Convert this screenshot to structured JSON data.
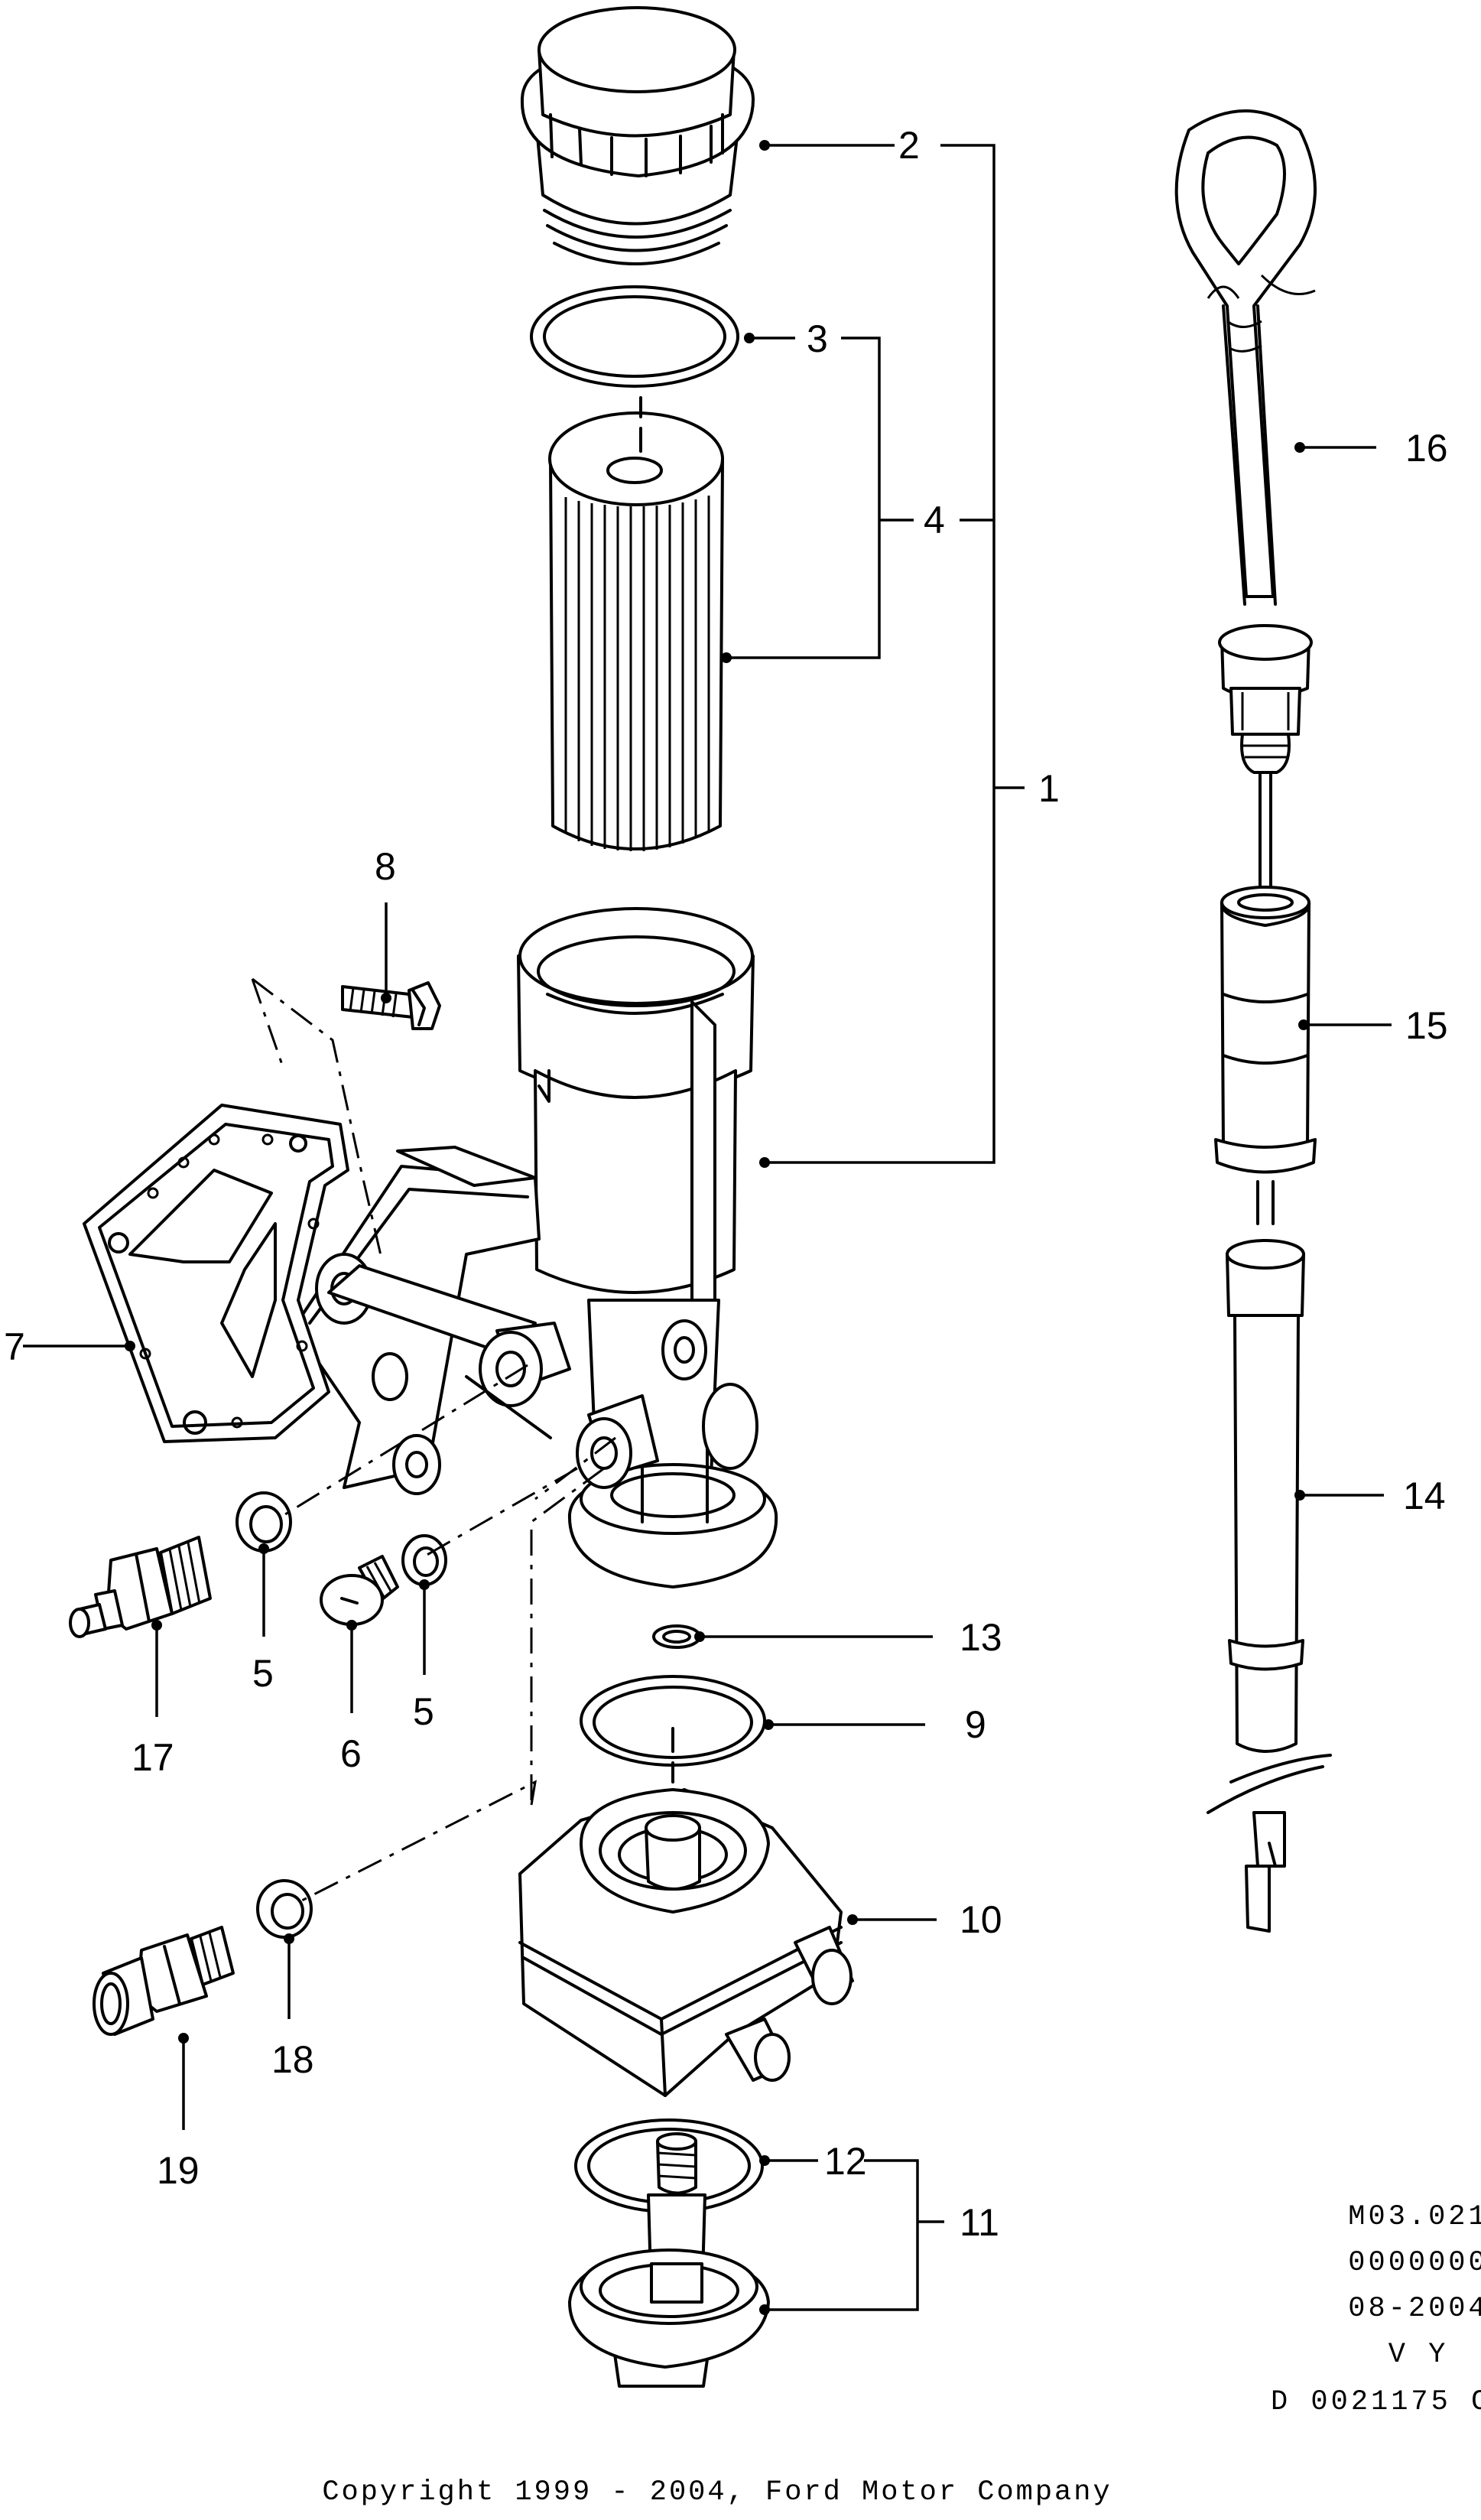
{
  "callouts": [
    "1",
    "2",
    "3",
    "4",
    "5",
    "5",
    "6",
    "7",
    "8",
    "9",
    "10",
    "11",
    "12",
    "13",
    "14",
    "15",
    "16",
    "17",
    "18",
    "19"
  ],
  "meta": [
    "M03.021",
    "0000000",
    "08-2004",
    "V Y",
    "D 0021175 C"
  ],
  "copyright": "Copyright 1999 - 2004, Ford Motor Company"
}
